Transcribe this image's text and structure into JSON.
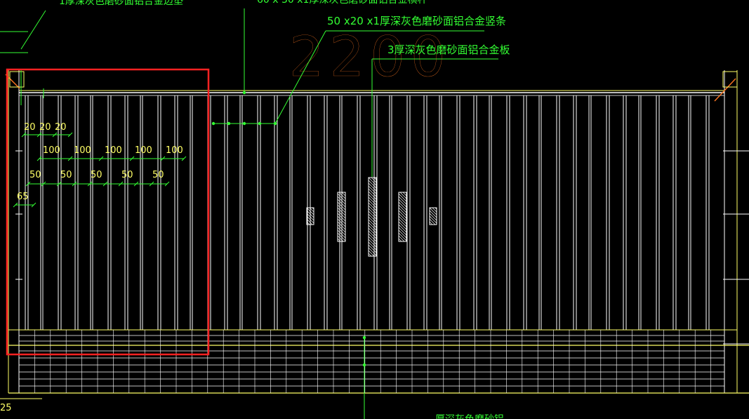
{
  "colors": {
    "background": "#000000",
    "panel_line": "#ffffff",
    "frame_line": "#ffff66",
    "leader_green": "#33ff33",
    "dim_yellow": "#ffff66",
    "dim_green": "#33ff33",
    "big_number": "#ff7722",
    "selection_rect": "#ff2222"
  },
  "callouts": {
    "top_cut": "1厚深灰色磨砂面铝合金边垫",
    "top_center_cut": "60 x 30 x1厚深灰色磨砂面铝合金横杆",
    "vertical_strip": "50 x20 x1厚深灰色磨砂面铝合金竖条",
    "panel_plate": "3厚深灰色磨砂面铝合金板",
    "bottom_cut": "厚深灰色磨砂铝"
  },
  "dimensions": {
    "big_height": "2200",
    "spacing_20": [
      "20",
      "20",
      "20"
    ],
    "spacing_100": [
      "100",
      "100",
      "100",
      "100",
      "100"
    ],
    "spacing_50": [
      "50",
      "50",
      "50",
      "50",
      "50"
    ],
    "offset_65": "65",
    "bottom_left": "25"
  }
}
